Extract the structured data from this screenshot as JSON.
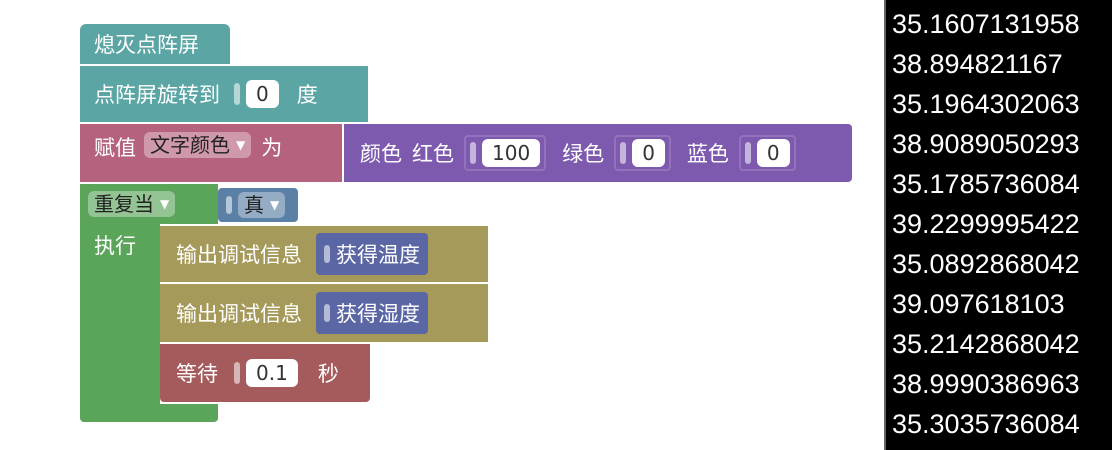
{
  "blocks": {
    "clear_display": "熄灭点阵屏",
    "rotate": {
      "label": "点阵屏旋转到",
      "value": "0",
      "unit": "度"
    },
    "assign": {
      "label": "赋值",
      "variable": "文字颜色",
      "to": "为",
      "color_label": "颜色",
      "red_label": "红色",
      "red_value": "100",
      "green_label": "绿色",
      "green_value": "0",
      "blue_label": "蓝色",
      "blue_value": "0"
    },
    "repeat": {
      "mode": "重复当",
      "condition": "真",
      "do_label": "执行"
    },
    "debug1": {
      "label": "输出调试信息",
      "value": "获得温度"
    },
    "debug2": {
      "label": "输出调试信息",
      "value": "获得湿度"
    },
    "wait": {
      "label": "等待",
      "value": "0.1",
      "unit": "秒"
    }
  },
  "terminal": {
    "lines": [
      "35.1607131958",
      "38.894821167",
      "35.1964302063",
      "38.9089050293",
      "35.1785736084",
      "39.2299995422",
      "35.0892868042",
      "39.097618103",
      "35.2142868042",
      "38.9990386963",
      "35.3035736084"
    ]
  },
  "colors": {
    "teal": "#5ba5a5",
    "pink": "#b5627f",
    "purple": "#7e5aaf",
    "green": "#5ba55b",
    "blue_logic": "#5b80a5",
    "olive": "#a69a5b",
    "red": "#a55b5b",
    "sensor": "#5b67a5"
  }
}
